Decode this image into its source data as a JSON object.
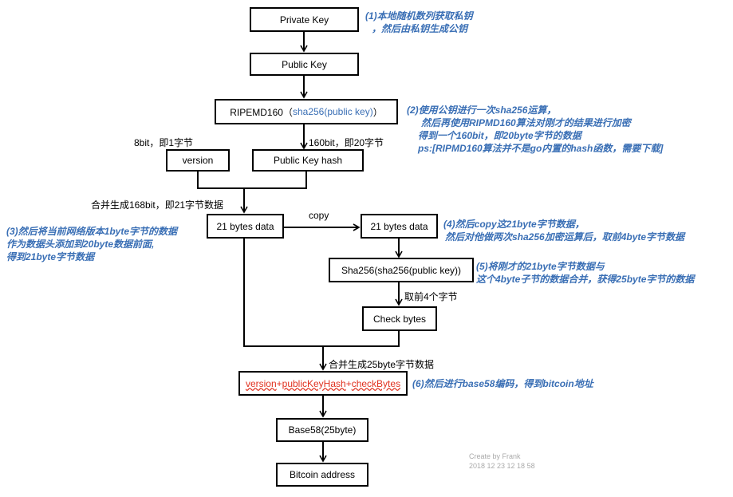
{
  "nodes": {
    "private_key": "Private Key",
    "public_key": "Public Key",
    "ripemd_prefix": "RIPEMD160（",
    "ripemd_inner": "sha256(public key)",
    "ripemd_suffix": "）",
    "version": "version",
    "public_key_hash": "Public Key hash",
    "bytes21_left": "21 bytes data",
    "bytes21_right": "21 bytes data",
    "double_sha": "Sha256(sha256(public key))",
    "check_bytes": "Check bytes",
    "concat_version": "version",
    "concat_plus1": "+",
    "concat_pkh": "publicKeyHash",
    "concat_plus2": "+",
    "concat_check": "checkBytes",
    "base58": "Base58(25byte)",
    "bitcoin_address": "Bitcoin address"
  },
  "edge_labels": {
    "version_bits": "8bit，即1字节",
    "pkh_bits": "160bit，即20字节",
    "merge_168": "合并生成168bit，即21字节数据",
    "copy": "copy",
    "take_4": "取前4个字节",
    "merge_25": "合并生成25byte字节数据"
  },
  "notes": {
    "step1": [
      "(1)本地随机数列获取私钥",
      "，然后由私钥生成公钥"
    ],
    "step2": [
      "(2)使用公钥进行一次sha256运算，",
      "然后再使用RIPMD160算法对刚才的结果进行加密",
      "得到一个160bit，即20byte字节的数据",
      "ps:[RIPMD160算法并不是go内置的hash函数，需要下载]"
    ],
    "step3": [
      "(3)然后将当前网络版本1byte字节的数据",
      "作为数据头添加到20byte数据前面,",
      "得到21byte字节数据"
    ],
    "step4": [
      "(4)然后copy这21byte字节数据，",
      "然后对他做两次sha256加密运算后，取前4byte字节数据"
    ],
    "step5": [
      "(5)将刚才的21byte字节数据与",
      "这个4byte子节的数据合并，获得25byte字节的数据"
    ],
    "step6": [
      "(6)然后进行base58编码，得到bitcoin地址"
    ]
  },
  "watermark": {
    "line1": "Create by Frank",
    "line2": "2018 12 23 12 18 58"
  },
  "colors": {
    "note": "#3a6fb5",
    "highlight": "#e0301e",
    "line": "#000000"
  }
}
